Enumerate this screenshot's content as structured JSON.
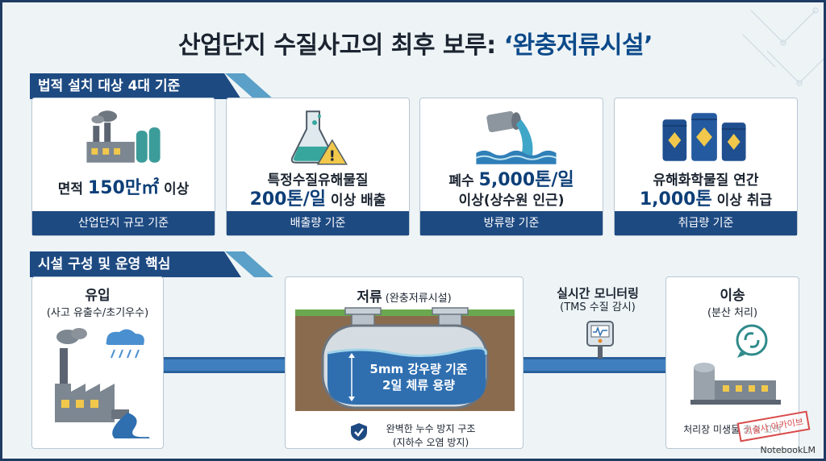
{
  "title_main": "산업단지 수질사고의 최후 보루:",
  "title_quote": "‘완충저류시설’",
  "section1": "법적 설치 대상 4대 기준",
  "cards": [
    {
      "line1_pre": "면적 ",
      "line1_big": "150만㎡",
      "line1_post": " 이상",
      "line2_pre": "",
      "line2_big": "",
      "line2_post": "",
      "foot": "산업단지 규모 기준"
    },
    {
      "line1_pre": "특정수질유해물질",
      "line1_big": "",
      "line1_post": "",
      "line2_pre": "",
      "line2_big": "200톤/일",
      "line2_post": " 이상 배출",
      "foot": "배출량 기준"
    },
    {
      "line1_pre": "폐수 ",
      "line1_big": "5,000톤/일",
      "line1_post": "",
      "line2_pre": "이상(상수원 인근)",
      "line2_big": "",
      "line2_post": "",
      "foot": "방류량 기준"
    },
    {
      "line1_pre": "유해화학물질 연간",
      "line1_big": "",
      "line1_post": "",
      "line2_pre": "",
      "line2_big": "1,000톤",
      "line2_post": " 이상 취급",
      "foot": "취급량 기준"
    }
  ],
  "section2": "시설 구성 및 운영 핵심",
  "inflow": {
    "title": "유입",
    "sub": "(사고 유출수/초기우수)"
  },
  "storage": {
    "title": "저류",
    "title_sub": " (완충저류시설)",
    "line1": "5mm 강우량 기준",
    "line2": "2일 체류 용량",
    "leak1": "완벽한 누수 방지 구조",
    "leak2": "(지하수 오염 방지)"
  },
  "monitor": {
    "title": "실시간 모니터링",
    "sub": "(TMS 수질 감시)"
  },
  "transfer": {
    "title": "이송",
    "sub": "(분산 처리)",
    "note": "처리장 미생물 충격 고려"
  },
  "stamp": "기술사 아카이브",
  "brand": "NotebookLM",
  "colors": {
    "navy": "#1e4a82",
    "water": "#3f7fc0",
    "accent": "#0d3f78"
  }
}
